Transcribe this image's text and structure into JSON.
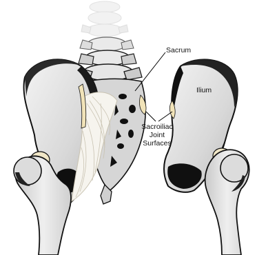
{
  "labels": {
    "sacrum": "Sacrum",
    "ilium": "Ilium",
    "joint_line1": "Sacroiliac",
    "joint_line2": "Joint",
    "joint_line3": "Surfaces"
  },
  "colors": {
    "bone_fill": "#d9d9d9",
    "bone_light": "#f2f2f2",
    "bone_shadow": "#1a1a1a",
    "joint_surface": "#f1e3b8",
    "ligament": "#f7f5ef",
    "leader_line": "#000000"
  }
}
